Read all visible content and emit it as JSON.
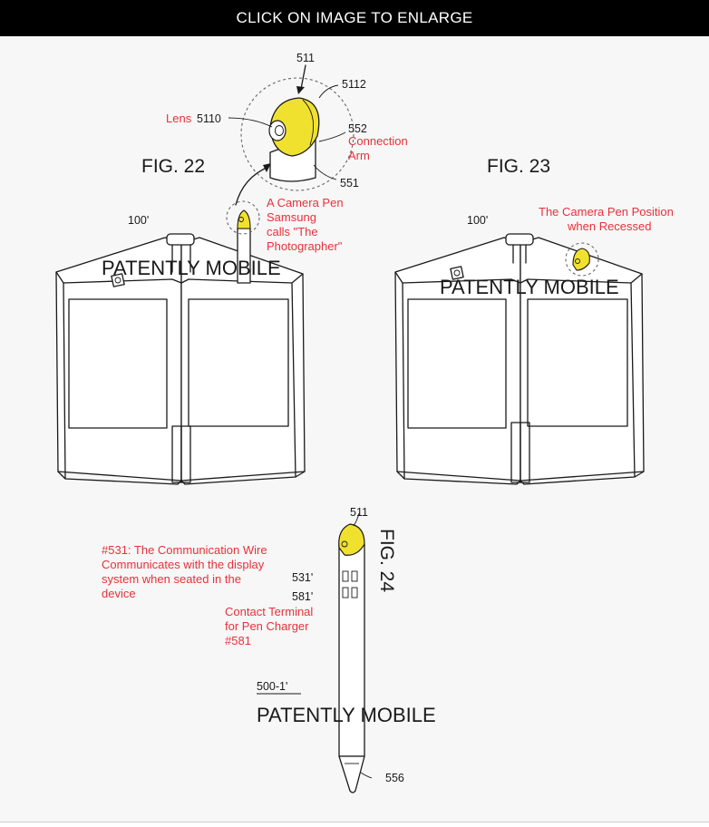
{
  "banner": {
    "text": "CLICK ON IMAGE TO ENLARGE"
  },
  "colors": {
    "annotation": "#e8313a",
    "highlight": "#f1e12f",
    "banner_bg": "#000000",
    "panel_bg": "#f7f7f7"
  },
  "figures": {
    "fig22": {
      "title": "FIG. 22",
      "ref_device": "100'",
      "callout_label": "511",
      "refs": {
        "r5112": "5112",
        "r552": "552",
        "r551": "551",
        "r5110": "5110"
      },
      "lens_label": "Lens",
      "connection_arm": [
        "Connection",
        "Arm"
      ],
      "pen_note": [
        "A Camera Pen",
        "Samsung",
        "calls \"The",
        "Photographer\""
      ],
      "watermark": "PATENTLY MOBILE"
    },
    "fig23": {
      "title": "FIG. 23",
      "ref_device": "100'",
      "note": [
        "The Camera Pen Position",
        "when Recessed"
      ],
      "watermark": "PATENTLY MOBILE"
    },
    "fig24": {
      "title": "FIG. 24",
      "ref_top": "511",
      "ref_531": "531'",
      "ref_581": "581'",
      "ref_500": "500-1'",
      "ref_556": "556",
      "wire_note": [
        "#531: The Communication Wire",
        "Communicates with the display",
        "system when seated in the",
        "device"
      ],
      "charger_note": [
        "Contact Terminal",
        "for Pen Charger",
        "#581"
      ],
      "watermark": "PATENTLY MOBILE"
    }
  }
}
